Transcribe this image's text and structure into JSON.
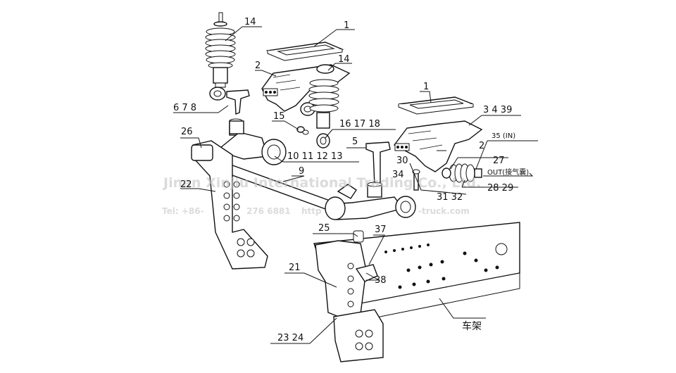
{
  "watermark": {
    "line1": "Jinan Xinjiu International Trading Co., Ltd.",
    "line2": "Tel: +86-",
    "line3": "276 6881",
    "line4": "http",
    "line5": "-truck.com"
  },
  "labels": {
    "l14a": "14",
    "l1a": "1",
    "l14b": "14",
    "l2a": "2",
    "l678": "6   7   8",
    "l15": "15",
    "l161718": "16  17  18",
    "l1b": "1",
    "l3439": "3  4  39",
    "l35": "35 (IN)",
    "l2b": "2",
    "l27": "27",
    "lout": "OUT(接气囊)",
    "l2829": "28  29",
    "l26": "26",
    "l5": "5",
    "l10111213": "10  11  12  13",
    "l9": "9",
    "l30": "30",
    "l34": "34",
    "l3132": "31  32",
    "l22": "22",
    "l25": "25",
    "l37": "37",
    "l21": "21",
    "l38": "38",
    "l2324": "23  24",
    "lframe": "车架"
  }
}
